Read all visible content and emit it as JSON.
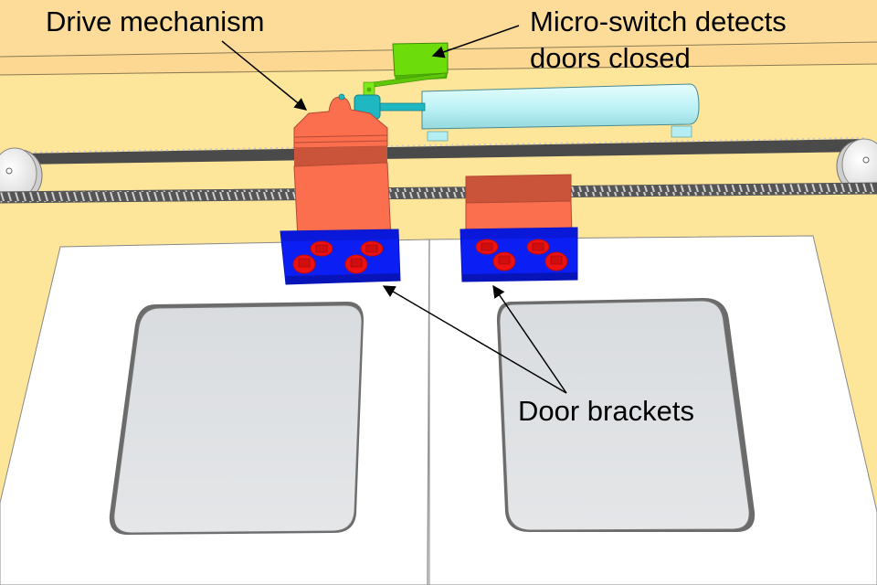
{
  "diagram": {
    "title": "Door drive mechanism assembly",
    "colors": {
      "background": "#fde59a",
      "background_band": "#fcd892",
      "door_panel": "#ffffff",
      "door_window": "#dde0e3",
      "window_edge": "#6b6b6b",
      "drive_body": "#fb6f4f",
      "drive_body_dark": "#c9543a",
      "bracket": "#0b1ff5",
      "bracket_dark": "#0714b8",
      "bolt": "#ee1111",
      "bolt_dark": "#b50c0c",
      "micro_switch": "#6ddc0b",
      "actuator_cylinder": "#bff4f7",
      "actuator_joint": "#1fb8c2",
      "belt": "#4a4a4a",
      "pulley": "#ffffff",
      "arrow": "#000000"
    },
    "labels": {
      "drive_mechanism": "Drive mechanism",
      "micro_switch_line1": "Micro-switch detects",
      "micro_switch_line2": "doors closed",
      "door_brackets": "Door brackets"
    },
    "components": [
      {
        "name": "Drive mechanism",
        "color_key": "drive_body"
      },
      {
        "name": "Micro-switch",
        "color_key": "micro_switch"
      },
      {
        "name": "Pneumatic actuator",
        "color_key": "actuator_cylinder"
      },
      {
        "name": "Toothed drive belt",
        "color_key": "belt"
      },
      {
        "name": "Belt pulley (left)",
        "color_key": "pulley"
      },
      {
        "name": "Belt pulley (right)",
        "color_key": "pulley"
      },
      {
        "name": "Left door bracket",
        "color_key": "bracket",
        "bolts": 4
      },
      {
        "name": "Right door bracket",
        "color_key": "bracket",
        "bolts": 4
      },
      {
        "name": "Left door",
        "color_key": "door_panel"
      },
      {
        "name": "Right door",
        "color_key": "door_panel"
      }
    ]
  }
}
